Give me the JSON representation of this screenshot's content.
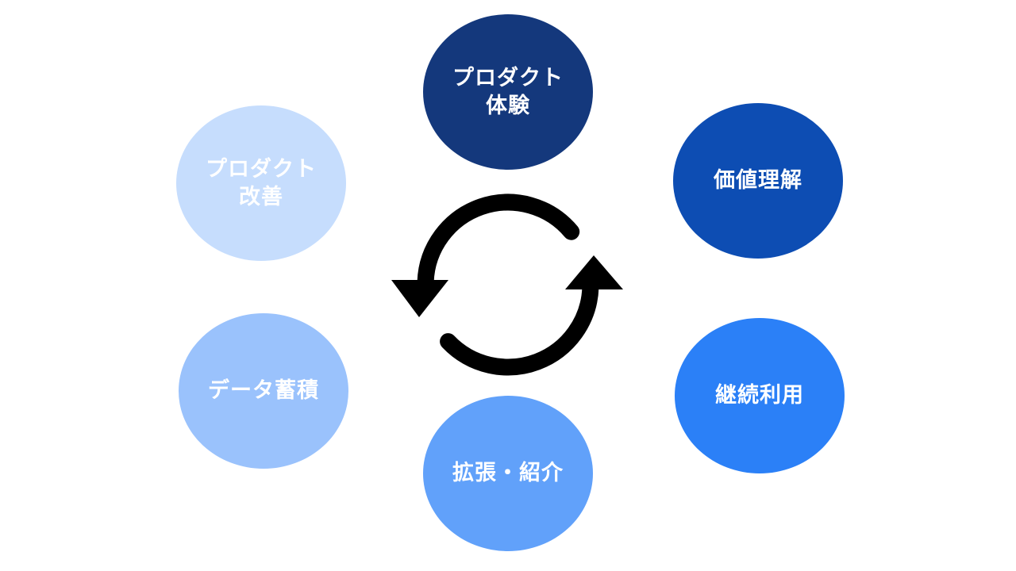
{
  "diagram": {
    "background_color": "#FFFFFF",
    "center_icon": {
      "name": "cycle-arrows-icon",
      "color": "#000000",
      "direction": "counterclockwise"
    },
    "nodes": [
      {
        "id": "product-experience",
        "label": "プロダクト\n体験",
        "color": "#14387C",
        "text_color": "#FFFFFF",
        "position": "top"
      },
      {
        "id": "value-understanding",
        "label": "価値理解",
        "color": "#0D4DB3",
        "text_color": "#FFFFFF",
        "position": "upper-right"
      },
      {
        "id": "continued-use",
        "label": "継続利用",
        "color": "#2B80F7",
        "text_color": "#FFFFFF",
        "position": "lower-right"
      },
      {
        "id": "expansion-referral",
        "label": "拡張・紹介",
        "color": "#61A1FA",
        "text_color": "#FFFFFF",
        "position": "bottom"
      },
      {
        "id": "data-accumulation",
        "label": "データ蓄積",
        "color": "#9AC2FC",
        "text_color": "#FFFFFF",
        "position": "lower-left"
      },
      {
        "id": "product-improvement",
        "label": "プロダクト\n改善",
        "color": "#C6DDFD",
        "text_color": "#FFFFFF",
        "position": "upper-left"
      }
    ]
  }
}
